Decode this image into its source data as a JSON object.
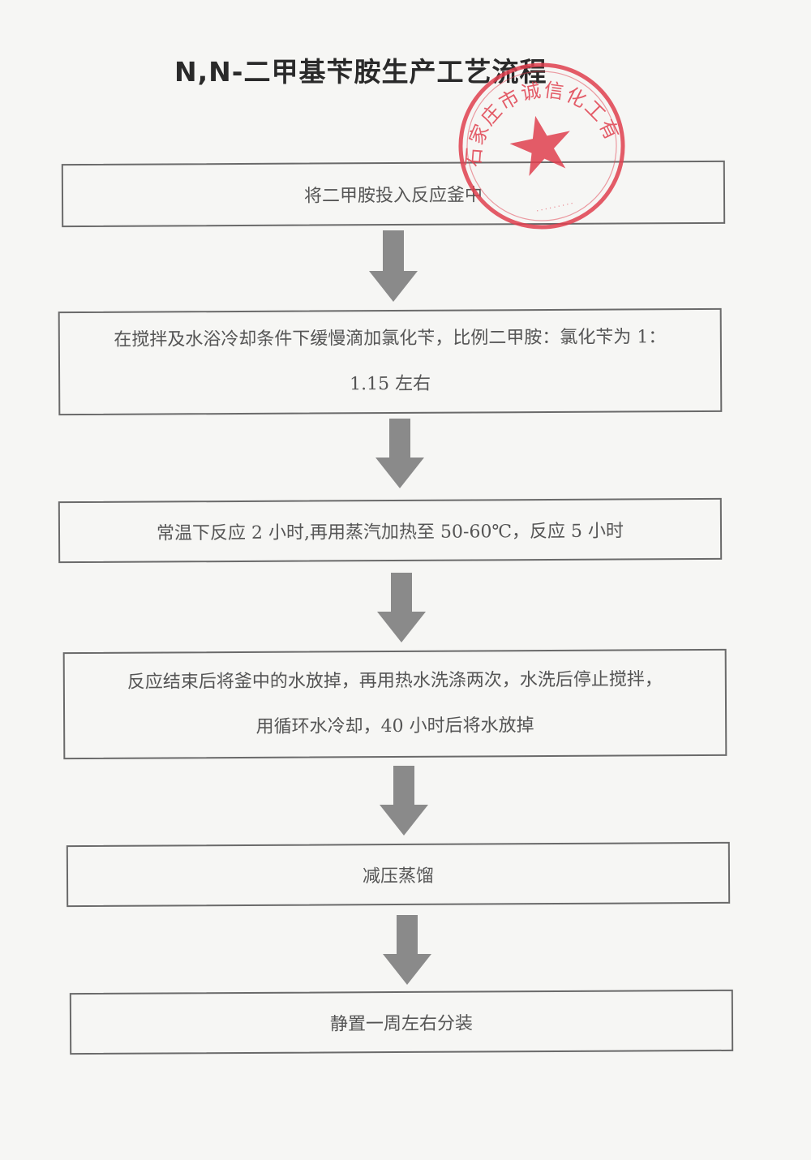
{
  "title": "N,N-二甲基苄胺生产工艺流程",
  "steps": [
    {
      "lines": [
        "将二甲胺投入反应釜中"
      ]
    },
    {
      "lines": [
        "在搅拌及水浴冷却条件下缓慢滴加氯化苄，比例二甲胺：氯化苄为 1：",
        "1.15 左右"
      ]
    },
    {
      "lines": [
        "常温下反应 2 小时,再用蒸汽加热至 50-60℃，反应 5 小时"
      ]
    },
    {
      "lines": [
        "反应结束后将釜中的水放掉，再用热水洗涤两次，水洗后停止搅拌，",
        "用循环水冷却，40 小时后将水放掉"
      ]
    },
    {
      "lines": [
        "减压蒸馏"
      ]
    },
    {
      "lines": [
        "静置一周左右分装"
      ]
    }
  ],
  "stamp": {
    "text": "石家庄市诚信化工有限公司",
    "color": "#e0404f",
    "icon": "star-icon"
  },
  "colors": {
    "arrow": "#8a8a8a",
    "box_border": "#6a6a6a",
    "stamp": "#e0404f"
  }
}
